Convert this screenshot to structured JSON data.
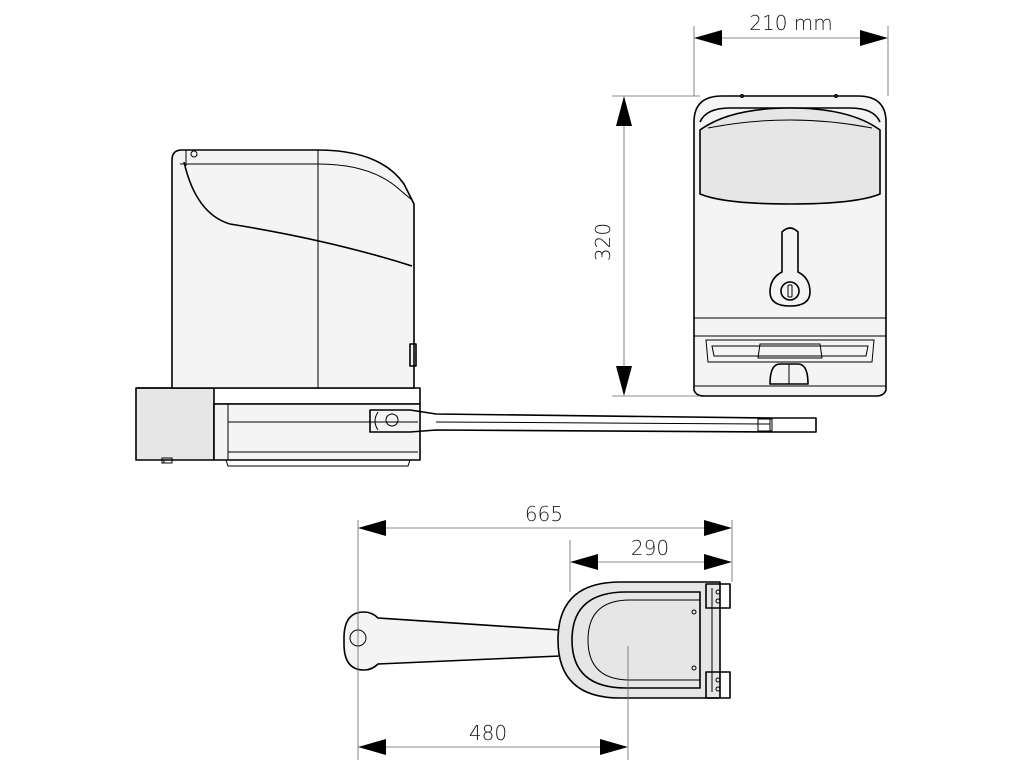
{
  "dimensions": {
    "width_label": "210 mm",
    "height_label": "320",
    "total_length_label": "665",
    "base_length_label": "290",
    "arm_length_label": "480"
  },
  "colors": {
    "line": "#000000",
    "dimension_line": "#666666",
    "body_fill": "#f4f4f4"
  }
}
